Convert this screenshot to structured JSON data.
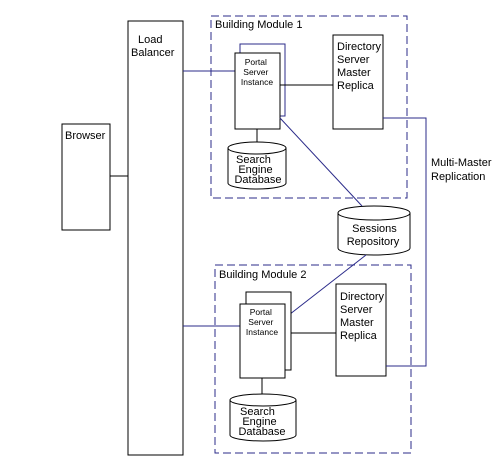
{
  "diagram": {
    "browser": "Browser",
    "load_balancer": [
      "Load",
      "Balancer"
    ],
    "module1": {
      "title": "Building Module 1",
      "portal": [
        "Portal",
        "Server",
        "Instance"
      ],
      "directory": [
        "Directory",
        "Server",
        "Master",
        "Replica"
      ],
      "search": [
        "Search",
        "Engine",
        "Database"
      ]
    },
    "module2": {
      "title": "Building Module 2",
      "portal": [
        "Portal",
        "Server",
        "Instance"
      ],
      "directory": [
        "Directory",
        "Server",
        "Master",
        "Replica"
      ],
      "search": [
        "Search",
        "Engine",
        "Database"
      ]
    },
    "sessions": [
      "Sessions",
      "Repository"
    ],
    "replication": [
      "Multi-Master",
      "Replication"
    ]
  }
}
